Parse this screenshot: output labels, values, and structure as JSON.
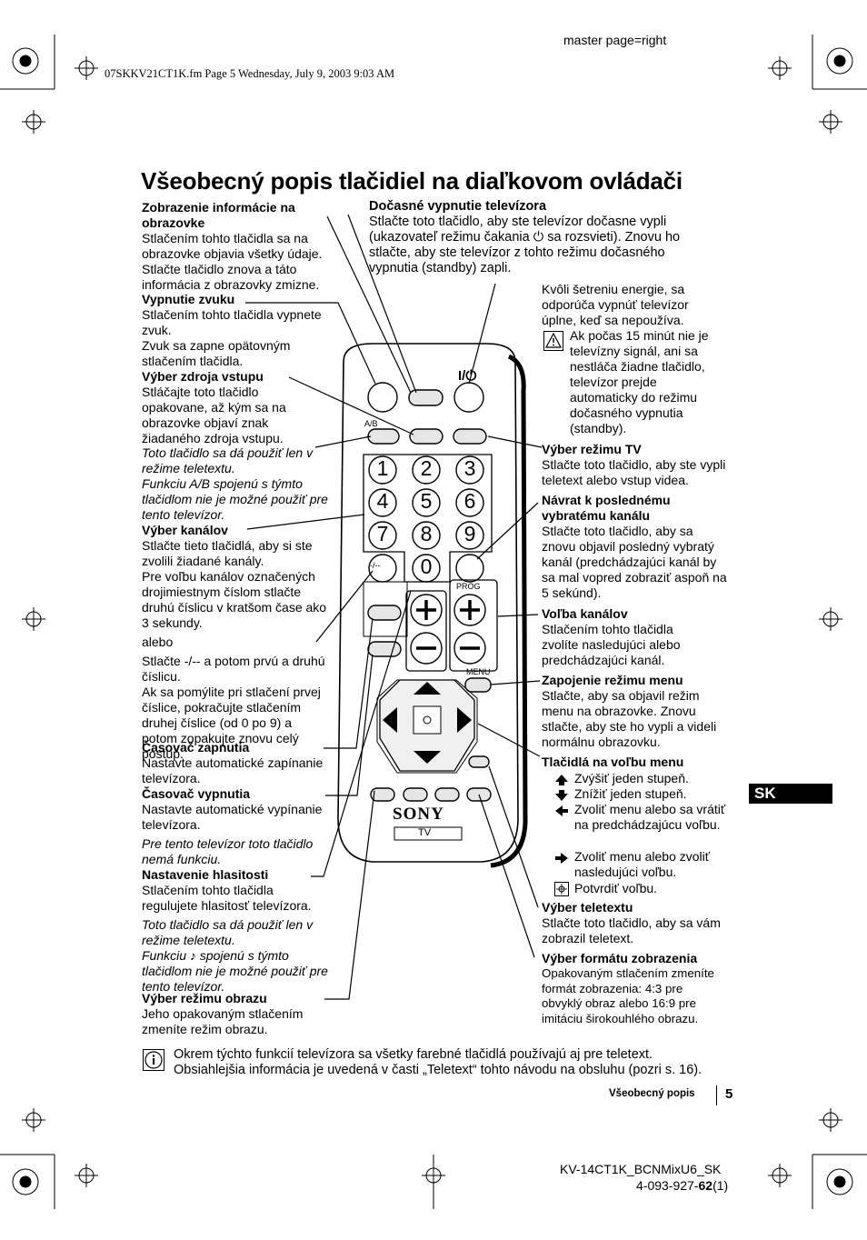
{
  "header": {
    "master": "master page=right",
    "file_info": "07SKKV21CT1K.fm  Page 5  Wednesday, July 9, 2003  9:03 AM"
  },
  "title": "Všeobecný popis tlačidiel na diaľkovom ovládači",
  "left": {
    "info_title": "Zobrazenie informácie na obrazovke",
    "info_text": "Stlačením tohto tlačidla sa na obrazovke objavia všetky údaje. Stlačte tlačidlo znova a táto informácia z obrazovky zmizne.",
    "mute_title": "Vypnutie zvuku",
    "mute_text": "Stlačením tohto tlačidla vypnete zvuk.",
    "mute_text2": "Zvuk sa zapne opätovným stlačením tlačidla.",
    "input_title": "Výber zdroja vstupu",
    "input_text": "Stláčajte toto tlačidlo opakovane, až kým sa na obrazovke objaví znak žiadaného zdroja vstupu.",
    "input_note1": "Toto tlačidlo sa dá použiť len v režime teletextu.",
    "input_note2": "Funkciu A/B spojenú s týmto tlačidlom nie je možné použiť pre tento televízor.",
    "channels_title": "Výber kanálov",
    "channels_text": "Stlačte tieto tlačidlá, aby si ste zvolili žiadané kanály.",
    "channels_text2": "Pre voľbu kanálov označených drojimiestnym číslom stlačte druhú číslicu v kratšom čase ako 3 sekundy.",
    "channels_or": "alebo",
    "channels_text3": "Stlačte -/-- a potom prvú a druhú číslicu.",
    "channels_text4": "Ak sa pomýlite pri stlačení prvej číslice, pokračujte stlačením druhej číslice (od 0 po 9) a potom zopakujte znovu celý postup.",
    "timer_on_title": "Časovač zapnutia",
    "timer_on_text": "Nastavte automatické zapínanie televízora.",
    "timer_off_title": "Časovač vypnutia",
    "timer_off_text": "Nastavte automatické vypínanie televízora.",
    "timer_off_note": "Pre tento televízor toto tlačidlo nemá funkciu.",
    "volume_title": "Nastavenie hlasitosti",
    "volume_text": "Stlačením tohto tlačidla regulujete hlasitosť televízora.",
    "volume_note1": "Toto tlačidlo sa dá použiť len v režime teletextu.",
    "volume_note2": "Funkciu ♪ spojenú s týmto tlačidlom nie je možné použiť pre tento televízor.",
    "picture_title": "Výber režimu obrazu",
    "picture_text": "Jeho opakovaným stlačením zmeníte režim obrazu."
  },
  "center": {
    "standby_title": "Dočasné vypnutie televízora",
    "standby_text": "Stlačte toto tlačidlo, aby ste televízor dočasne vypli (ukazovateľ režimu čakania ⏻ sa rozsvieti). Znovu ho stlačte, aby ste televízor z tohto režimu dočasného vypnutia (standby) zapli."
  },
  "right": {
    "energy_text": "Kvôli šetreniu energie, sa odporúča vypnúť televízor úplne, keď sa nepoužíva.",
    "warn_text": "Ak počas 15 minút nie je televízny signál, ani sa nestláča žiadne tlačidlo, televízor prejde automaticky do režimu dočasného vypnutia (standby).",
    "tv_title": "Výber režimu TV",
    "tv_text": "Stlačte toto tlačidlo, aby ste vypli teletext alebo vstup videa.",
    "last_title": "Návrat k poslednému vybratému kanálu",
    "last_text": "Stlačte toto tlačidlo, aby sa znovu objavil posledný vybratý kanál (predchádzajúci kanál by sa mal vopred zobraziť aspoň na 5 sekúnd).",
    "prog_title": "Voľba kanálov",
    "prog_text": "Stlačením tohto tlačidla zvolíte nasledujúci alebo predchádzajúci kanál.",
    "menu_title": "Zapojenie režimu menu",
    "menu_text": "Stlačte, aby sa objavil režim menu na obrazovke. Znovu stlačte, aby ste ho vypli a videli normálnu obrazovku.",
    "nav_title": "Tlačidlá na voľbu menu",
    "nav_up": "Zvýšiť jeden stupeň.",
    "nav_down": "Znížiť jeden stupeň.",
    "nav_left": "Zvoliť menu alebo sa vrátiť na predchádzajúcu voľbu.",
    "nav_right": "Zvoliť menu alebo zvoliť nasledujúci voľbu.",
    "nav_ok": "Potvrdiť voľbu.",
    "teletext_title": "Výber teletextu",
    "teletext_text": "Stlačte toto tlačidlo, aby sa vám zobrazil teletext.",
    "format_title": "Výber formátu zobrazenia",
    "format_text": "Opakovaným stlačením zmeníte formát zobrazenia: 4:3 pre obvyklý obraz alebo 16:9 pre imitáciu širokouhlého obrazu."
  },
  "note": {
    "line1": "Okrem týchto funkcií televízora sa všetky farebné tlačidlá používajú aj pre teletext.",
    "line2": "Obsiahlejšia informácia je uvedená v časti „Teletext“ tohto návodu na obsluhu (pozri s. 16)."
  },
  "remote": {
    "ab": "A/B",
    "prog": "PROG",
    "menu": "MENU",
    "brand": "SONY",
    "tv": "TV",
    "power": "I/⏻",
    "digits": [
      "1",
      "2",
      "3",
      "4",
      "5",
      "6",
      "7",
      "8",
      "9",
      "0"
    ],
    "dash": "-/--"
  },
  "sidebar_tab": "SK",
  "footer": {
    "section": "Všeobecný popis",
    "page": "5",
    "model": "KV-14CT1K_BCNMixU6_SK",
    "code_a": "4-093-927-",
    "code_b": "62",
    "code_c": "(1)"
  }
}
